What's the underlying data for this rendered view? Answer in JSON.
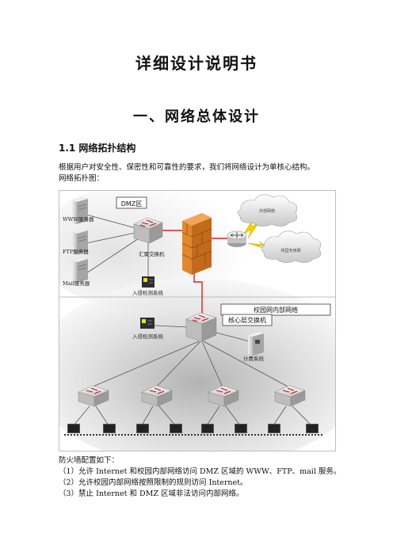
{
  "document": {
    "title": "详细设计说明书",
    "section_title": "一、网络总体设计",
    "subsection": "1.1 网络拓扑结构",
    "intro_lines": [
      "根据用户对安全性、保密性和可靠性的要求，我们将网络设计为单核心结构。",
      "网络拓扑图："
    ]
  },
  "diagram": {
    "labels": {
      "dmz": "DMZ区",
      "www_server": "WWW服务器",
      "ftp_server": "FTP服务器",
      "mail_server": "Mail服务器",
      "agg_switch": "汇聚交换机",
      "ids_dmz": "入侵检测系统",
      "external_cloud": "外部网络",
      "campus_cloud": "校园专用网",
      "campus_internal": "校园网内部网络",
      "core_switch": "核心层交换机",
      "ids_core": "入侵检测系统",
      "billing_system": "计费系统"
    },
    "colors": {
      "link_red": "#e02020",
      "wire": "#555555",
      "wan_link": "#f5d000",
      "firewall": "#e08830",
      "switch_body": "#d8d8d8",
      "shadow": "#cfcfcf"
    },
    "access_switch_count": 4,
    "pc_count": 8
  },
  "firewall_config": {
    "heading": "防火墙配置如下：",
    "rules": [
      "（1）允许 Internet 和校园内部网络访问 DMZ 区域的 WWW、FTP、mail 服务。",
      "（2）允许校园内部网络按照限制的规则访问 Internet。",
      "（3）禁止 Internet 和 DMZ 区域非法访问内部网络。"
    ]
  }
}
